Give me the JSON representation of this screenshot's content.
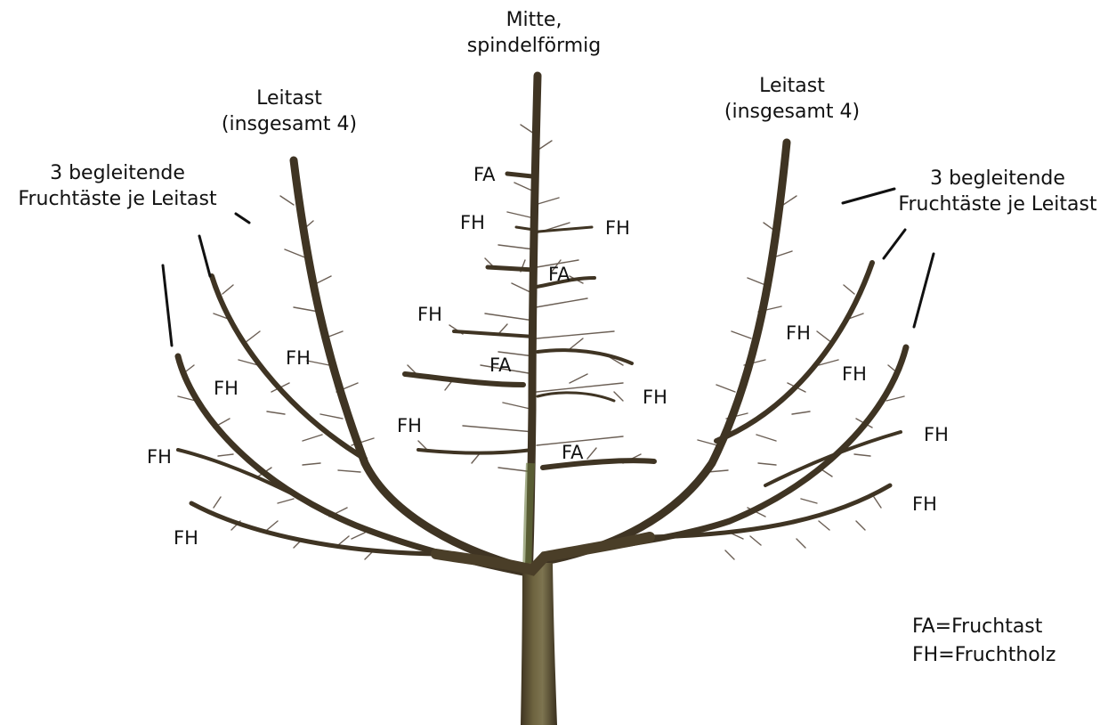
{
  "labels": {
    "mitte_line1": "Mitte,",
    "mitte_line2": "spindelförmig",
    "leitast_line1": "Leitast",
    "leitast_line2": "(insgesamt 4)",
    "begleitend_line1": "3 begleitende",
    "begleitend_line2": "Fruchtäste je Leitast",
    "fa": "FA",
    "fh": "FH"
  },
  "legend": {
    "fa": "FA=Fruchtast",
    "fh": "FH=Fruchtholz"
  },
  "colors": {
    "trunk": "#5a4a30",
    "trunk_light": "#7a6a44",
    "branch": "#3f3423",
    "twig": "#6b5f55",
    "text": "#111111"
  }
}
